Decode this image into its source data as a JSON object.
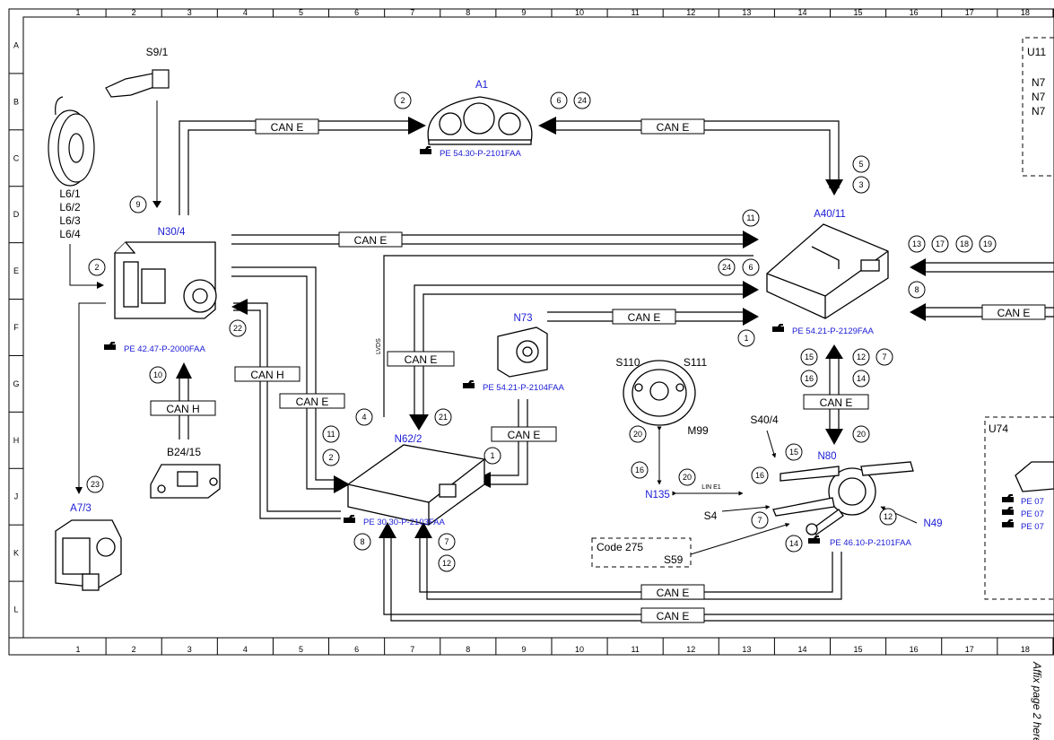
{
  "grid": {
    "columns": [
      "1",
      "2",
      "3",
      "4",
      "5",
      "6",
      "7",
      "8",
      "9",
      "10",
      "11",
      "12",
      "13",
      "14",
      "15",
      "16",
      "17",
      "18"
    ],
    "rows": [
      "A",
      "B",
      "C",
      "D",
      "E",
      "F",
      "G",
      "H",
      "J",
      "K",
      "L"
    ]
  },
  "components": {
    "s9_1": "S9/1",
    "a1": "A1",
    "a1_ref": "PE 54.30-P-2101FAA",
    "l6": [
      "L6/1",
      "L6/2",
      "L6/3",
      "L6/4"
    ],
    "n30_4": "N30/4",
    "n30_4_ref": "PE 42.47-P-2000FAA",
    "a40_11": "A40/11",
    "a40_11_ref": "PE 54.21-P-2129FAA",
    "n73": "N73",
    "n73_ref": "PE 54.21-P-2104FAA",
    "n62_2": "N62/2",
    "n62_2_ref": "PE 30.30-P-2103FAA",
    "b24_15": "B24/15",
    "a7_3": "A7/3",
    "s110": "S110",
    "s111": "S111",
    "m99": "M99",
    "n135": "N135",
    "s40_4": "S40/4",
    "n80": "N80",
    "s4": "S4",
    "n49": "N49",
    "s59": "S59",
    "code275": "Code 275",
    "n80_ref": "PE 46.10-P-2101FAA",
    "u11": "U11",
    "u11_items": [
      "N7",
      "N7",
      "N7"
    ],
    "u74": "U74",
    "u74_refs": [
      "PE 07",
      "PE 07",
      "PE 07"
    ]
  },
  "buses": {
    "can_e": "CAN E",
    "can_h": "CAN H",
    "lin_e1": "LIN E1",
    "lvds": "LVDS"
  },
  "callouts": {
    "c2a": "2",
    "c6a": "6",
    "c24a": "24",
    "c5": "5",
    "c3": "3",
    "c9": "9",
    "c11a": "11",
    "c2b": "2",
    "c13": "13",
    "c17": "17",
    "c18": "18",
    "c19": "19",
    "c24b": "24",
    "c6b": "6",
    "c8a": "8",
    "c1a": "1",
    "c22": "22",
    "c10": "10",
    "c15a": "15",
    "c16a": "16",
    "c12a": "12",
    "c7a": "7",
    "c14a": "14",
    "c4": "4",
    "c21": "21",
    "c11b": "11",
    "c2c": "2",
    "c1b": "1",
    "c20a": "20",
    "c20b": "20",
    "c16b": "16",
    "c20c": "20",
    "c16c": "16",
    "c15b": "15",
    "c12b": "12",
    "c7b": "7",
    "c14b": "14",
    "c23": "23",
    "c8b": "8",
    "c7c": "7",
    "c12c": "12"
  },
  "side_note": "Affix page 2 here"
}
